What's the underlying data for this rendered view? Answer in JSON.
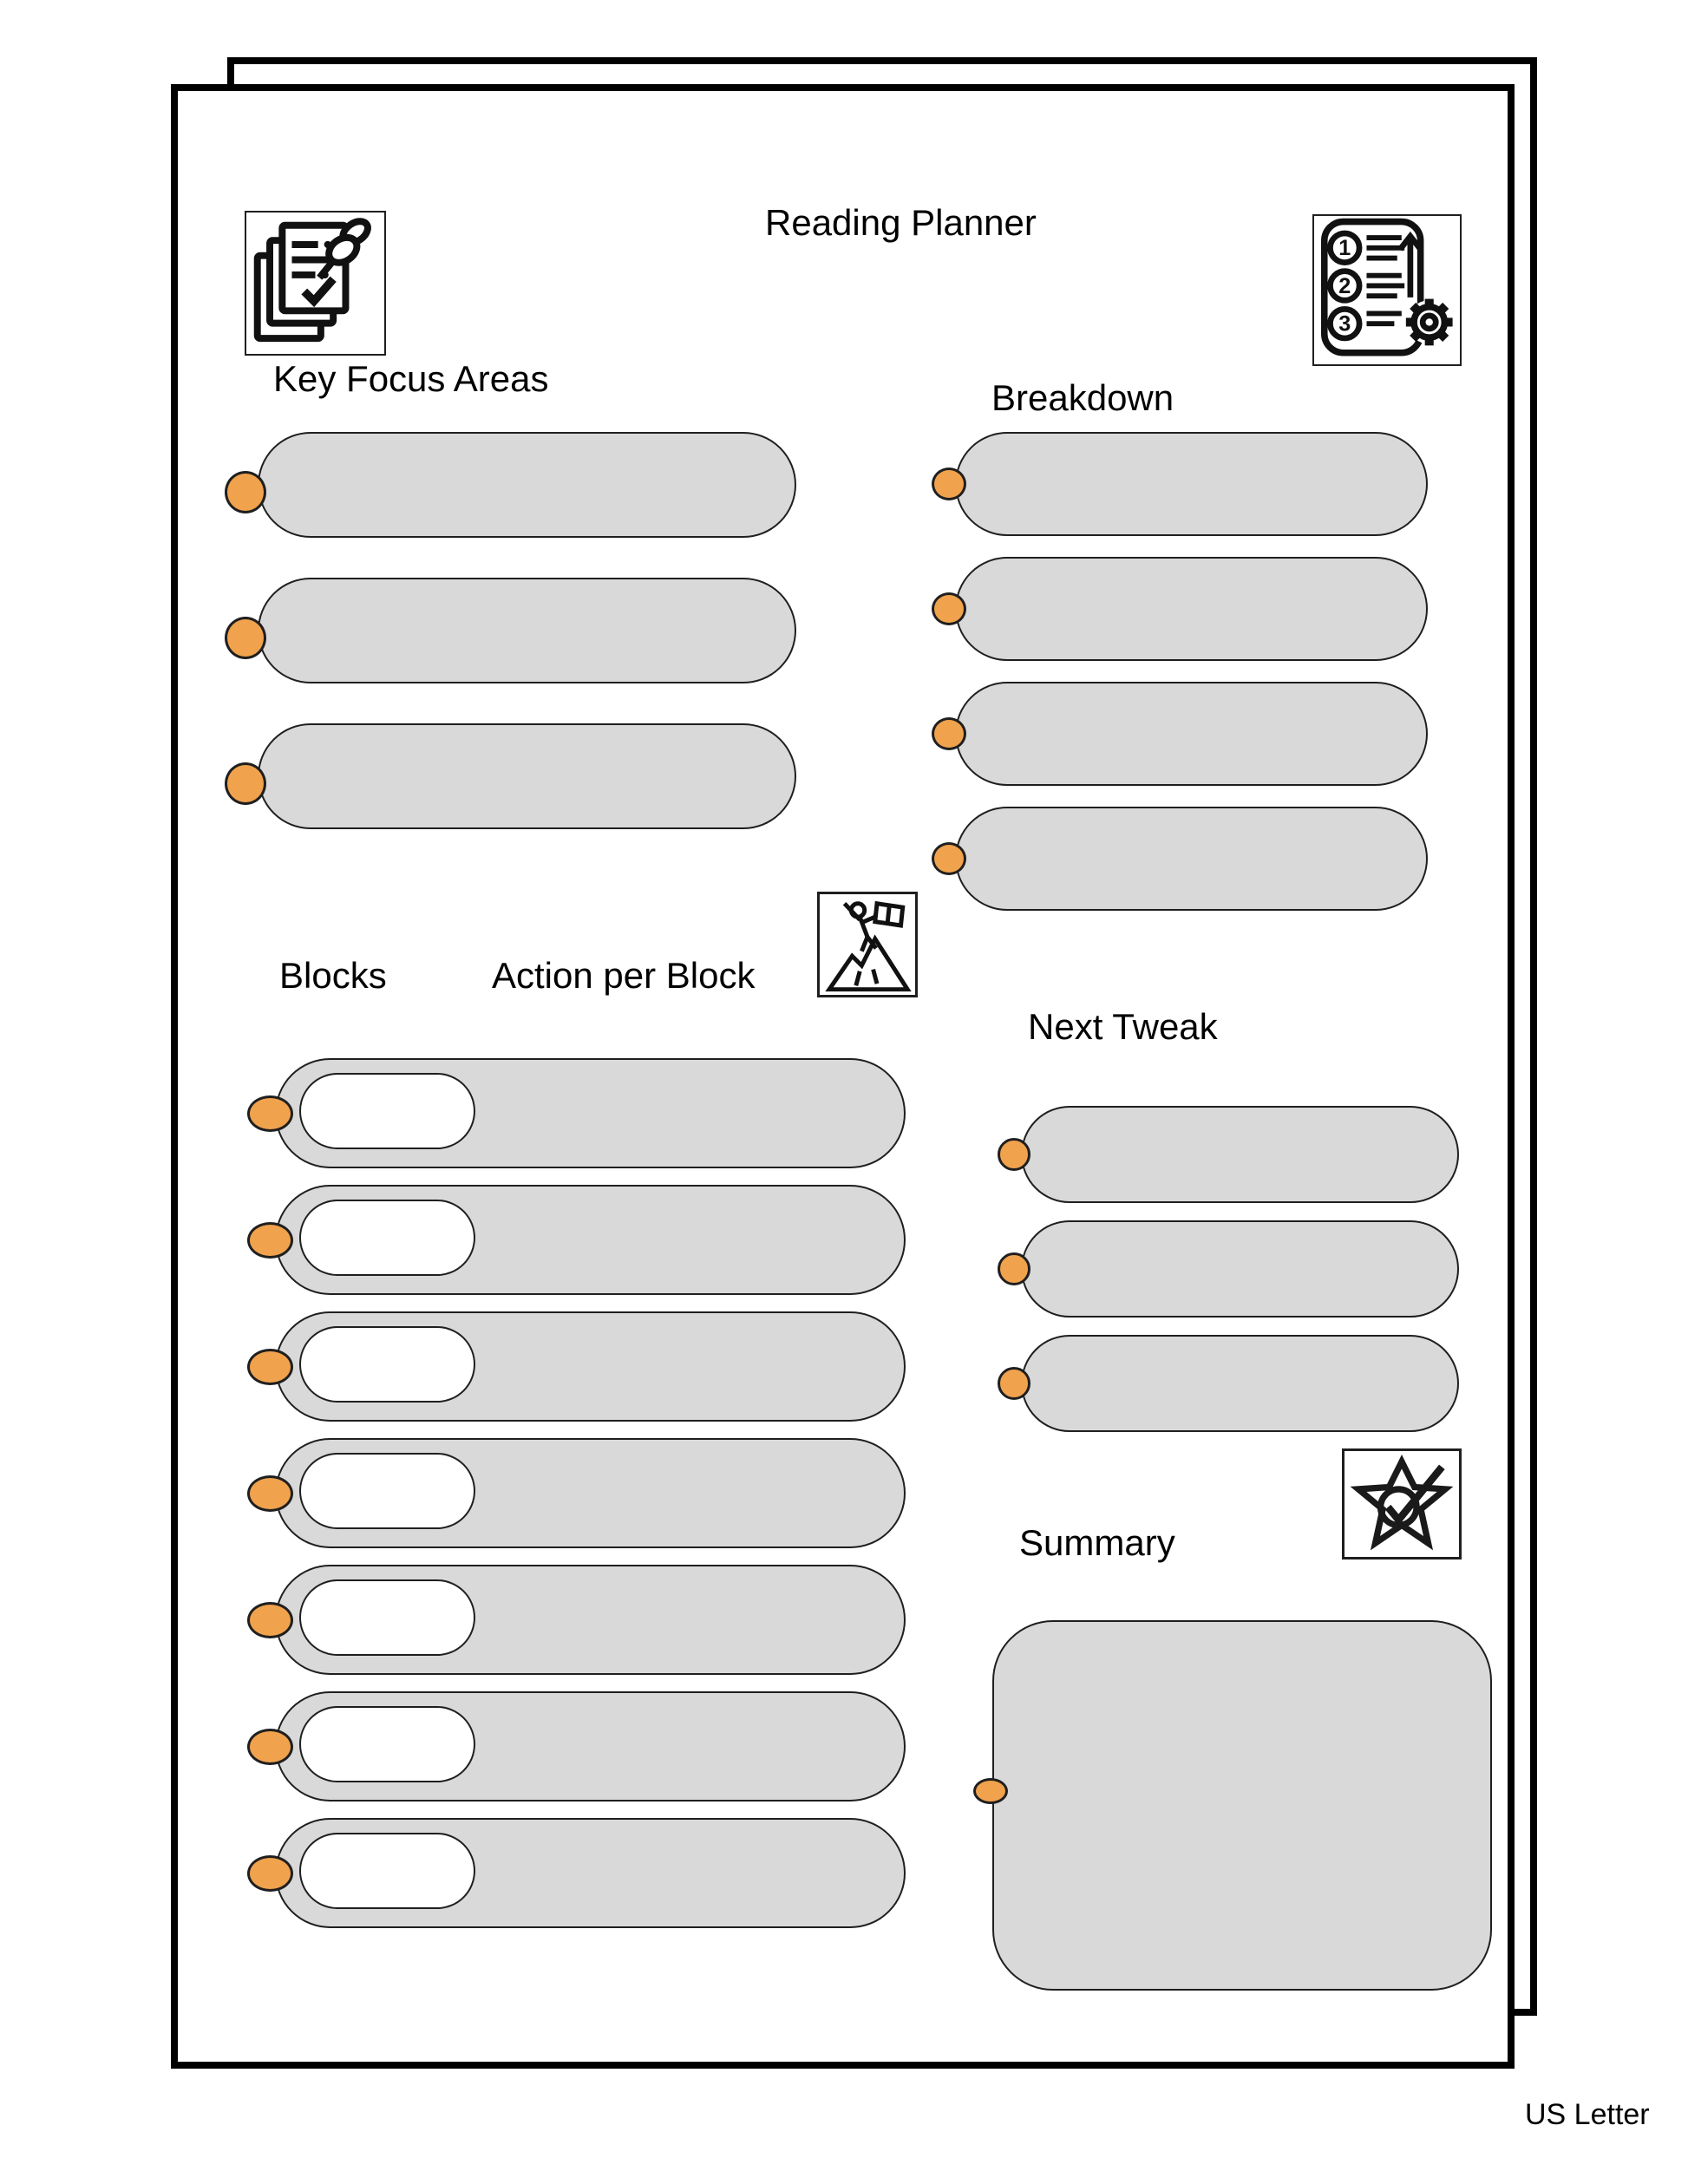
{
  "page": {
    "title": "Reading Planner",
    "footer": "US Letter"
  },
  "colors": {
    "pill_fill": "#d9d9d9",
    "pill_border": "#1f1f1f",
    "bullet_fill": "#f0a24d",
    "bullet_border": "#1f1f1f",
    "page_border": "#000000",
    "text": "#000000"
  },
  "header": {
    "left_icon": "notes-pin-icon",
    "right_icon": "numbered-steps-gear-icon"
  },
  "sections": {
    "key_focus": {
      "label": "Key Focus Areas",
      "rows": 3
    },
    "breakdown": {
      "label": "Breakdown",
      "rows": 4
    },
    "blocks": {
      "label": "Blocks",
      "action_label": "Action per Block",
      "rows": 7,
      "icon": "summit-flag-icon"
    },
    "next_tweak": {
      "label": "Next Tweak",
      "rows": 3
    },
    "summary": {
      "label": "Summary",
      "icon": "star-check-icon"
    }
  }
}
